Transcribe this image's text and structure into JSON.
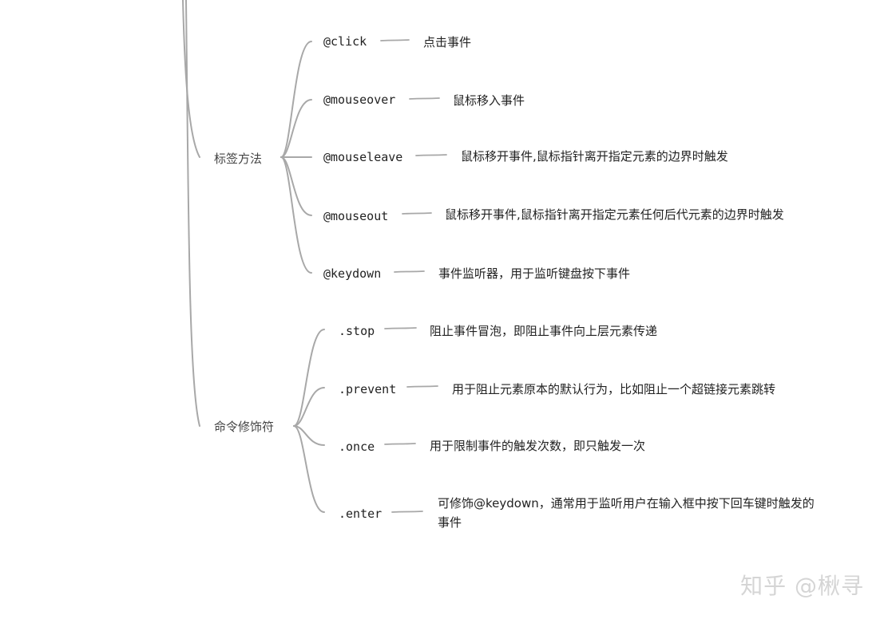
{
  "mindmap": {
    "branches": [
      {
        "label": "标签方法",
        "items": [
          {
            "key": "@click",
            "desc": "点击事件"
          },
          {
            "key": "@mouseover",
            "desc": "鼠标移入事件"
          },
          {
            "key": "@mouseleave",
            "desc": "鼠标移开事件,鼠标指针离开指定元素的边界时触发"
          },
          {
            "key": "@mouseout",
            "desc": "鼠标移开事件,鼠标指针离开指定元素任何后代元素的边界时触发"
          },
          {
            "key": "@keydown",
            "desc": "事件监听器，用于监听键盘按下事件"
          }
        ]
      },
      {
        "label": "命令修饰符",
        "items": [
          {
            "key": ".stop",
            "desc": "阻止事件冒泡，即阻止事件向上层元素传递"
          },
          {
            "key": ".prevent",
            "desc": "用于阻止元素原本的默认行为，比如阻止一个超链接元素跳转"
          },
          {
            "key": ".once",
            "desc": "用于限制事件的触发次数，即只触发一次"
          },
          {
            "key": ".enter",
            "desc": "可修饰@keydown，通常用于监听用户在输入框中按下回车键时触发的事件"
          }
        ]
      }
    ]
  },
  "watermark": {
    "text": "知乎 @楸寻"
  },
  "colors": {
    "line": "#a8a8a8",
    "text": "#222222",
    "watermark": "#d5d5d5"
  }
}
